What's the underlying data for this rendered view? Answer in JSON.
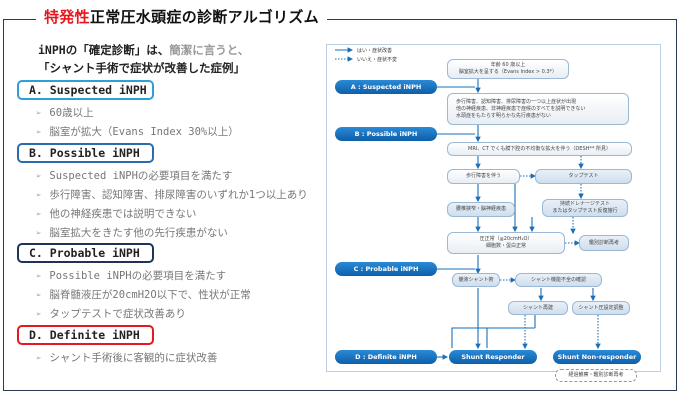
{
  "title": {
    "red_part": "特発性",
    "rest": "正常圧水頭症の診断アルゴリズム"
  },
  "intro": {
    "line1_bold": "iNPHの「確定診断」は、",
    "line1_grey": "簡潔に言うと、",
    "line2": "「シャント手術で症状が改善した症例」"
  },
  "categories": [
    {
      "label": "A. Suspected iNPH",
      "color": "#2f9fd8",
      "bullets": [
        "60歳以上",
        "脳室が拡大（Evans Index 30%以上）"
      ]
    },
    {
      "label": "B. Possible iNPH",
      "color": "#2b6cb0",
      "bullets": [
        "Suspected iNPHの必要項目を満たす",
        "歩行障害、認知障害、排尿障害のいずれか1つ以上あり",
        "他の神経疾患では説明できない",
        "脳室拡大をきたす他の先行疾患がない"
      ]
    },
    {
      "label": "C. Probable iNPH",
      "color": "#1f3358",
      "bullets": [
        "Possible iNPHの必要項目を満たす",
        "脳脊髄液圧が20cmH2O以下で、性状が正常",
        "タップテストで症状改善あり"
      ]
    },
    {
      "label": "D. Definite iNPH",
      "color": "#e8161e",
      "bullets": [
        "シャント手術後に客観的に症状改善"
      ]
    }
  ],
  "bullet_marker": "➢",
  "flowchart": {
    "legend": {
      "solid": "はい・症状改善",
      "dotted": "いいえ・症状不変"
    },
    "stages": {
      "A": "A : Suspected iNPH",
      "B": "B : Possible iNPH",
      "C": "C : Probable iNPH",
      "D": "D : Definite iNPH"
    },
    "boxes": {
      "age_line1": "年齢 60 歳以上",
      "age_line2": "脳室拡大を呈する（Evans Index > 0.3*）",
      "symptoms_line1": "歩行障害、認知障害、排尿障害の一つ以上症状が出現",
      "symptoms_line2": "他の神経疾患、非神経疾患で症候のすべてを説明できない",
      "symptoms_line3": "水頭症をもたらす明らかな先行疾患がない",
      "mri": "MRI、CT でくも膜下腔の不均衡な拡大を伴う（DESH** 所見）",
      "gait": "歩行障害を伴う",
      "tap": "タップテスト",
      "stenosis": "腰椎狭窄・脳神経疾患",
      "drain_line1": "持続ドレナージテスト",
      "drain_line2": "またはタップテスト反復施行",
      "csf_line1": "圧正常（≦20cmH₂O）",
      "csf_line2": "細胞数・蛋白正常",
      "differential": "鑑別診断再考",
      "shunt_surgery": "髄液シャント術",
      "shunt_check": "シャント機能不全の確認",
      "reshunt": "シャント再建",
      "pressure_adjust": "シャント圧設定調整",
      "observe": "経過観察・鑑別診断再考"
    },
    "outcomes": {
      "responder": "Shunt Responder",
      "non_responder": "Shunt Non-responder"
    },
    "colors": {
      "accent": "#0e5ea8",
      "arrow": "#1a6fb8",
      "box_border": "#9db8d2"
    }
  }
}
